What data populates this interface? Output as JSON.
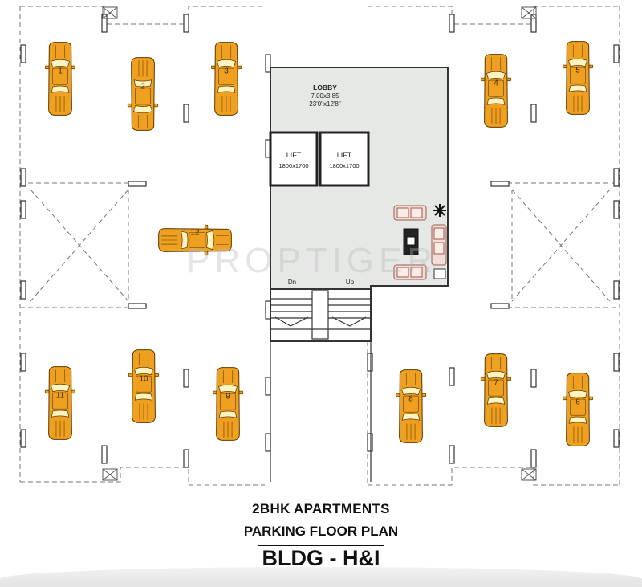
{
  "watermark": "PROPTIGER",
  "lobby": {
    "label": "LOBBY",
    "size_m": "7.00x3.85",
    "size_ft": "23'0\"x12'8\""
  },
  "lifts": [
    {
      "label": "LIFT",
      "size": "1800x1700"
    },
    {
      "label": "LIFT",
      "size": "1800x1700"
    }
  ],
  "stairs": {
    "down": "Dn",
    "up": "Up"
  },
  "cars": [
    "1",
    "2",
    "3",
    "4",
    "5",
    "6",
    "7",
    "8",
    "9",
    "10",
    "11",
    "12"
  ],
  "captions": {
    "line1": "2BHK  APARTMENTS",
    "line2": "PARKING FLOOR PLAN",
    "line3": "BLDG - H&I"
  },
  "colors": {
    "car_body": "#f0a020",
    "car_outline": "#5a3a00",
    "car_window": "#fff3c0",
    "lobby_fill": "#e6e8e6",
    "sofa": "#c98a7a"
  }
}
